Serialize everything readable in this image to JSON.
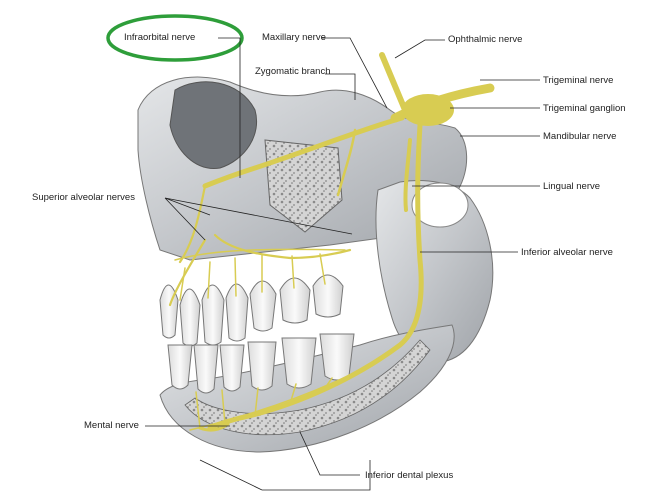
{
  "diagram": {
    "highlight_color": "#2e9e3a",
    "nerve_color": "#d8cc52",
    "bone_color": "#c9ccd0",
    "labels": {
      "infraorbital": "Infraorbital nerve",
      "maxillary": "Maxillary nerve",
      "ophthalmic": "Ophthalmic nerve",
      "zygomatic": "Zygomatic branch",
      "trigeminal_nerve": "Trigeminal nerve",
      "trigeminal_ganglion": "Trigeminal ganglion",
      "mandibular": "Mandibular nerve",
      "lingual": "Lingual nerve",
      "superior_alveolar": "Superior alveolar nerves",
      "inferior_alveolar": "Inferior alveolar nerve",
      "mental": "Mental nerve",
      "inferior_dental_plexus": "Inferior dental plexus"
    }
  }
}
